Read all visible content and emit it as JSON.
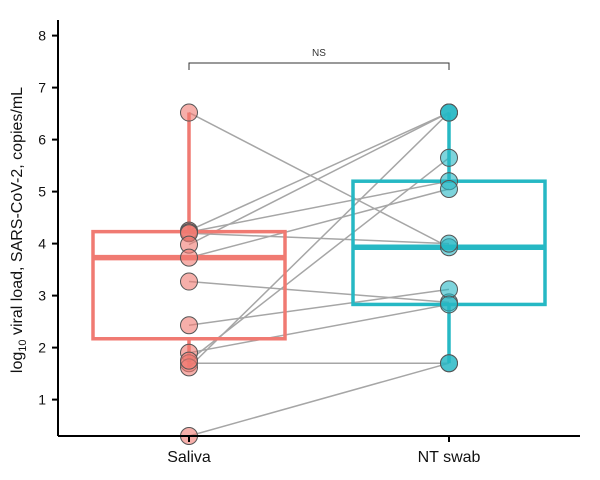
{
  "chart_data": {
    "type": "box",
    "categories": [
      "Saliva",
      "NT swab"
    ],
    "ylabel_prefix": "log",
    "ylabel_sub": "10",
    "ylabel_rest": " viral load, SARS-CoV-2, copies/mL",
    "yticks": [
      "1",
      "2",
      "3",
      "4",
      "5",
      "6",
      "7",
      "8"
    ],
    "ylim": [
      0.3,
      8.3
    ],
    "significance": "NS",
    "colors": {
      "Saliva": "#f07a72",
      "NT swab": "#26b8c4",
      "pair_line": "#a6a6a6"
    },
    "boxes": [
      {
        "category": "Saliva",
        "q1": 2.17,
        "median": 3.73,
        "q3": 4.23,
        "whisker_low": 1.62,
        "whisker_high": 6.52
      },
      {
        "category": "NT swab",
        "q1": 2.83,
        "median": 3.93,
        "q3": 5.2,
        "whisker_low": 1.7,
        "whisker_high": 6.52
      }
    ],
    "pairs": [
      [
        6.52,
        3.93
      ],
      [
        4.25,
        6.52
      ],
      [
        4.22,
        5.2
      ],
      [
        4.2,
        4.0
      ],
      [
        3.98,
        6.52
      ],
      [
        3.73,
        5.05
      ],
      [
        3.27,
        2.87
      ],
      [
        2.43,
        3.12
      ],
      [
        1.9,
        2.83
      ],
      [
        1.7,
        1.7
      ],
      [
        1.62,
        6.52
      ],
      [
        1.75,
        5.65
      ],
      [
        0.3,
        1.7
      ]
    ]
  }
}
